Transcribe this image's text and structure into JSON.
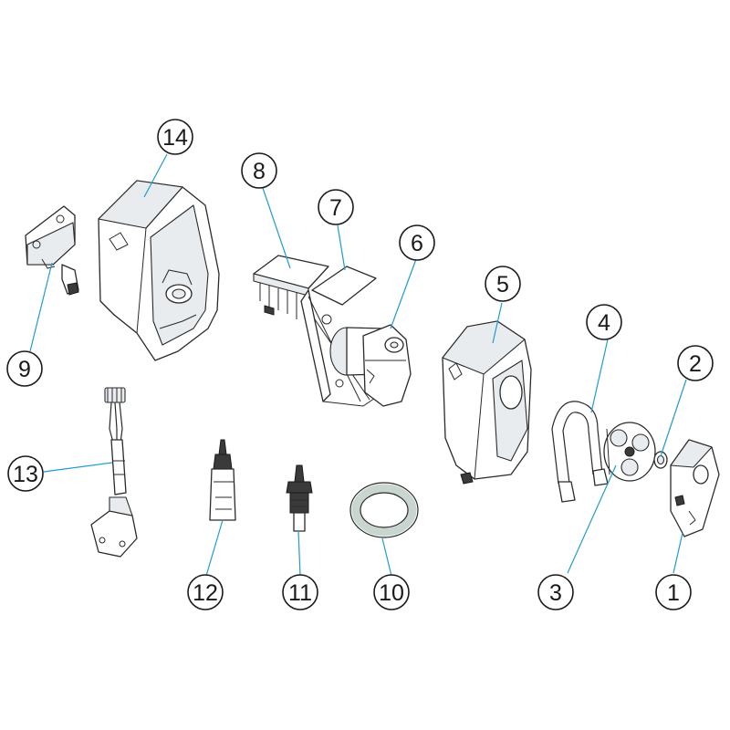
{
  "diagram": {
    "accent_color": "#1f9bd1",
    "line_color": "#2a2a2a",
    "callouts": [
      {
        "id": "1",
        "label": "1"
      },
      {
        "id": "2",
        "label": "2"
      },
      {
        "id": "3",
        "label": "3"
      },
      {
        "id": "4",
        "label": "4"
      },
      {
        "id": "5",
        "label": "5"
      },
      {
        "id": "6",
        "label": "6"
      },
      {
        "id": "7",
        "label": "7"
      },
      {
        "id": "8",
        "label": "8"
      },
      {
        "id": "9",
        "label": "9"
      },
      {
        "id": "10",
        "label": "10"
      },
      {
        "id": "11",
        "label": "11"
      },
      {
        "id": "12",
        "label": "12"
      },
      {
        "id": "13",
        "label": "13"
      },
      {
        "id": "14",
        "label": "14"
      }
    ]
  }
}
